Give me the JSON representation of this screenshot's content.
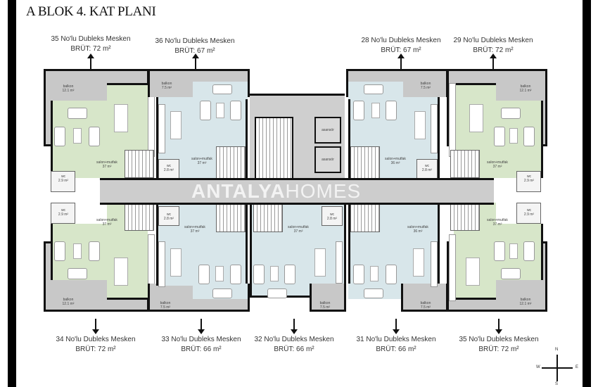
{
  "title": "A BLOK 4. KAT PLANI",
  "watermark": {
    "bold": "ANTALYA",
    "light": "HOMES"
  },
  "units_top": [
    {
      "name": "35 No'lu Dubleks Mesken",
      "area": "BRÜT: 72 m²"
    },
    {
      "name": "36 No'lu Dubleks Mesken",
      "area": "BRÜT: 67 m²"
    },
    {
      "name": "28 No'lu Dubleks Mesken",
      "area": "BRÜT: 67 m²"
    },
    {
      "name": "29 No'lu Dubleks Mesken",
      "area": "BRÜT: 72 m²"
    }
  ],
  "units_bottom": [
    {
      "name": "34 No'lu Dubleks Mesken",
      "area": "BRÜT: 72 m²"
    },
    {
      "name": "33 No'lu Dubleks Mesken",
      "area": "BRÜT: 66 m²"
    },
    {
      "name": "32 No'lu Dubleks Mesken",
      "area": "BRÜT: 66 m²"
    },
    {
      "name": "31 No'lu Dubleks Mesken",
      "area": "BRÜT: 66 m²"
    },
    {
      "name": "35 No'lu Dubleks Mesken",
      "area": "BRÜT: 72 m²"
    }
  ],
  "rooms": {
    "balkon_large": "balkon",
    "balkon_large_area": "12.1 m²",
    "balkon_small": "balkon",
    "balkon_small_area": "7.5 m²",
    "salon": "salon+mutfak",
    "salon_37": "37 m²",
    "salon_36": "36 m²",
    "wc": "wc",
    "wc_29": "2.9 m²",
    "wc_28": "2.8 m²",
    "asansor": "asansör"
  },
  "compass": {
    "n": "N",
    "s": "S",
    "e": "E",
    "w": "W"
  }
}
